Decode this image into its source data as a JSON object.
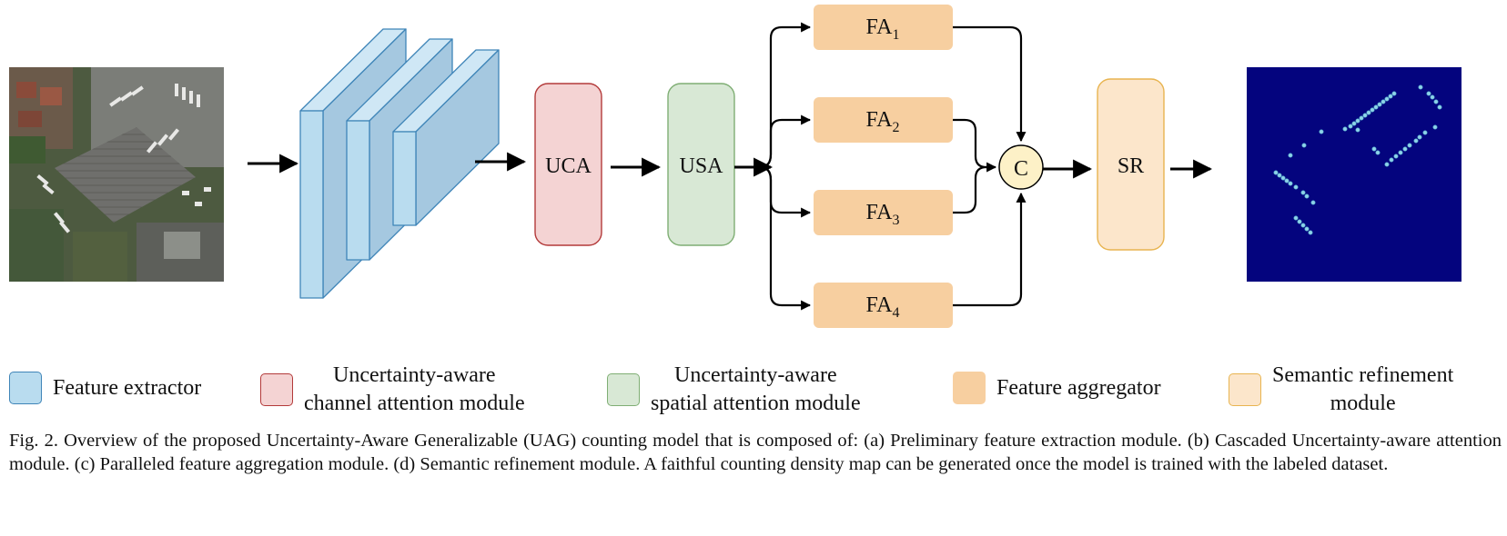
{
  "nodes": {
    "uca": "UCA",
    "usa": "USA",
    "fa1": {
      "base": "FA",
      "sub": "1"
    },
    "fa2": {
      "base": "FA",
      "sub": "2"
    },
    "fa3": {
      "base": "FA",
      "sub": "3"
    },
    "fa4": {
      "base": "FA",
      "sub": "4"
    },
    "concat": "C",
    "sr": "SR"
  },
  "legend": {
    "feature_extractor": "Feature extractor",
    "channel_attention": "Uncertainty-aware\nchannel attention module",
    "spatial_attention": "Uncertainty-aware\nspatial attention module",
    "feature_aggregator": "Feature aggregator",
    "semantic_refinement": "Semantic refinement\nmodule"
  },
  "caption": "Fig. 2.  Overview of the proposed Uncertainty-Aware Generalizable (UAG) counting model that is composed of: (a) Preliminary feature extraction module. (b) Cascaded Uncertainty-aware attention module. (c) Paralleled feature aggregation module. (d) Semantic refinement module. A faithful counting density map can be generated once the model is trained with the labeled dataset.",
  "colors": {
    "feature_extractor_fill": "#b9dcef",
    "feature_extractor_border": "#3f85b8",
    "uca_fill": "#f4d3d3",
    "uca_border": "#b33a3a",
    "usa_fill": "#d8e8d5",
    "usa_border": "#7fae74",
    "fa_fill": "#f7cfa0",
    "sr_fill": "#fce6cb",
    "sr_border": "#e8b450",
    "concat_fill": "#fdf1c7",
    "density_map_bg": "#04047e",
    "arrow": "#000000"
  },
  "icons": {
    "input_image": "aerial-parking-lot-photo",
    "output_map": "density-map"
  }
}
